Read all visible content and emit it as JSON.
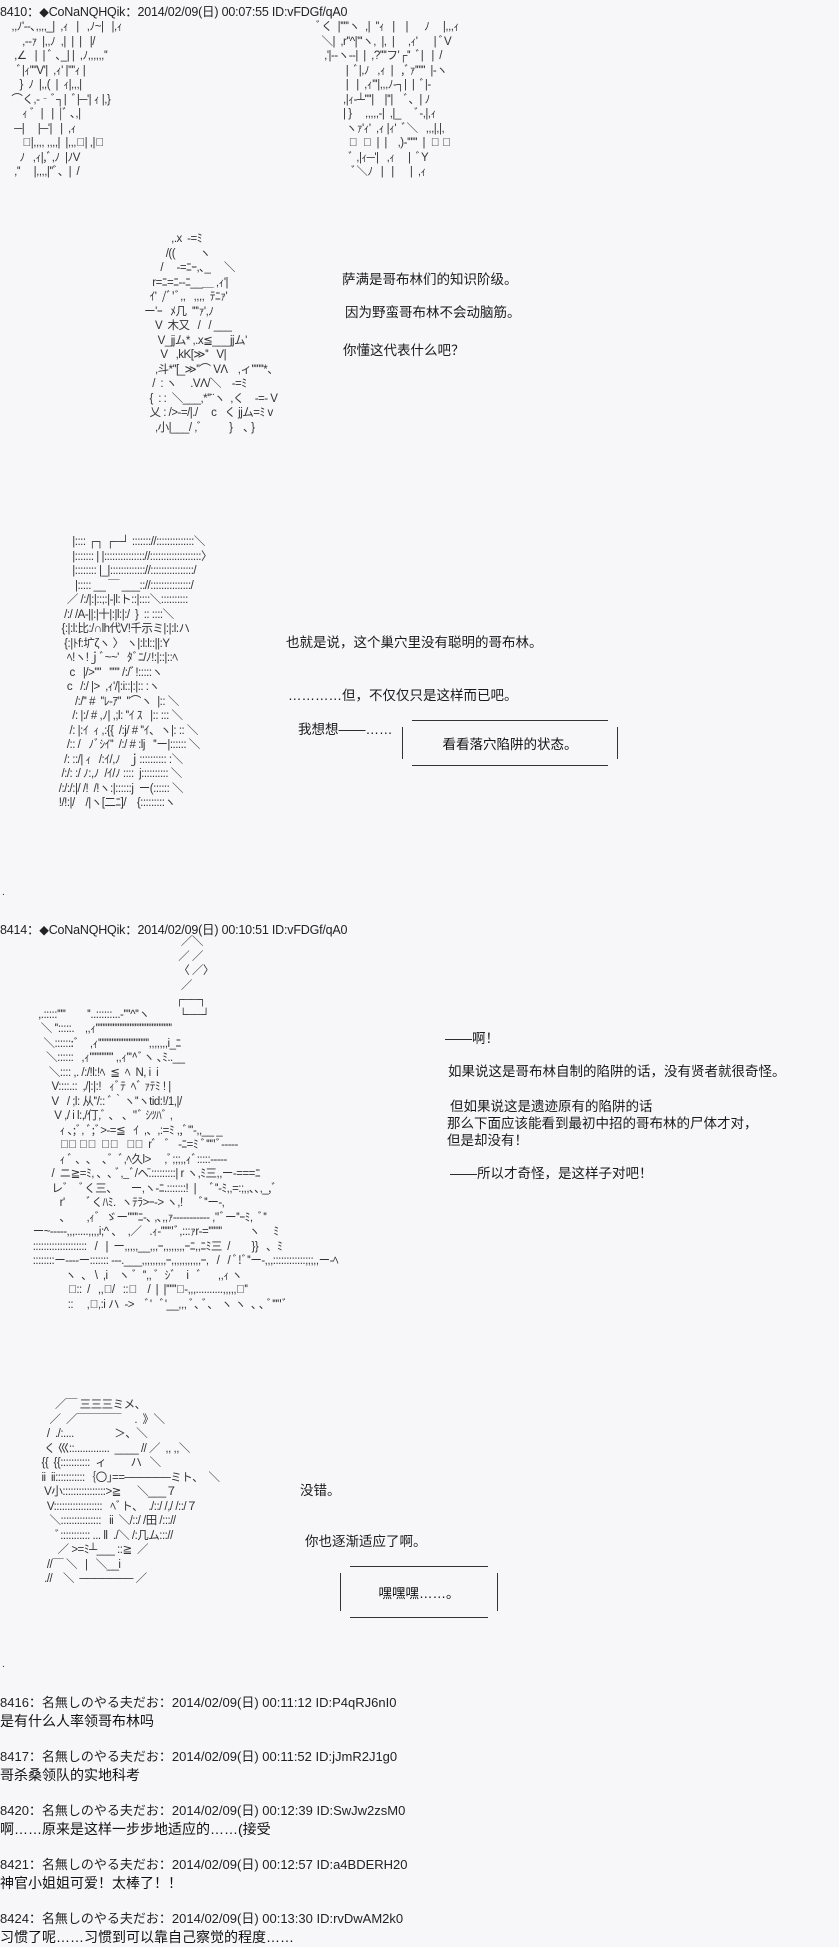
{
  "posts": [
    {
      "header": "8410：◆CoNaNQHQik：2014/02/09(日) 00:07:55 ID:vFDGf/qA0"
    },
    {
      "header": "8414：◆CoNaNQHQik：2014/02/09(日) 00:10:51 ID:vFDGf/qA0"
    }
  ],
  "scene1": {
    "lines": [
      "萨满是哥布林们的知识阶级。",
      "因为野蛮哥布林不会动脑筋。",
      "你懂这代表什么吧？"
    ]
  },
  "scene2": {
    "lines": [
      "也就是说，这个巢穴里没有聪明的哥布林。",
      "…………但，不仅仅只是这样而已吧。",
      "我想想——……"
    ],
    "bubble": "看看落穴陷阱的状态。"
  },
  "scene3": {
    "lines": [
      "——啊！",
      "如果说这是哥布林自制的陷阱的话，没有贤者就很奇怪。",
      "但如果说这是遗迹原有的陷阱的话",
      "那么下面应该能看到最初中招的哥布林的尸体才对，",
      "但是却没有！",
      "——所以才奇怪，是这样子对吧！"
    ]
  },
  "scene4": {
    "lines": [
      "没错。",
      "你也逐渐适应了啊。"
    ],
    "bubble": "嘿嘿嘿……。"
  },
  "comments": [
    {
      "header": "8416：名無しのやる夫だお：2014/02/09(日) 00:11:12 ID:P4qRJ6nI0",
      "body": "是有什么人率领哥布林吗"
    },
    {
      "header": "8417：名無しのやる夫だお：2014/02/09(日) 00:11:52 ID:jJmR2J1g0",
      "body": "哥杀桑领队的实地科考"
    },
    {
      "header": "8420：名無しのやる夫だお：2014/02/09(日) 00:12:39 ID:SwJw2zsM0",
      "body": "啊……原来是这样一步步地适应的……(接受"
    },
    {
      "header": "8421：名無しのやる夫だお：2014/02/09(日) 00:12:57 ID:a4BDERH20",
      "body": "神官小姐姐可爱！太棒了！！"
    },
    {
      "header": "8424：名無しのやる夫だお：2014/02/09(日) 00:13:30 ID:rvDwAM2k0",
      "body": "习惯了呢……习惯到可以靠自己察觉的程度……"
    }
  ]
}
